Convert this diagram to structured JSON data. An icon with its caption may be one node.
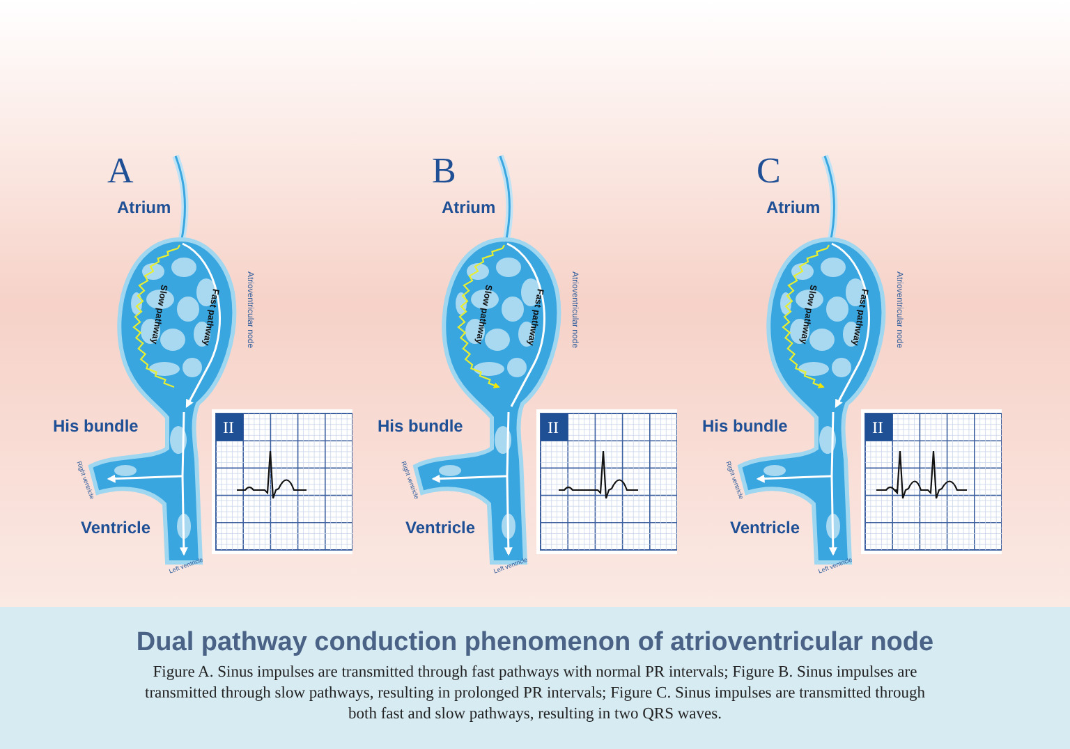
{
  "diagram": {
    "title": "Dual pathway conduction phenomenon of atrioventricular node",
    "caption": "Figure A. Sinus impulses are transmitted through fast pathways with normal PR intervals; Figure B. Sinus impulses are transmitted through slow pathways, resulting in prolonged PR intervals; Figure C. Sinus impulses are transmitted through both fast and slow pathways, resulting in two QRS waves.",
    "labels": [
      "A",
      "Atrium",
      "Atrioventricular node",
      "Slow pathway",
      "Fast pathway",
      "His bundle",
      "Right ventricle",
      "II",
      "Ventricle",
      "Left ventricle",
      "B",
      "Atrium",
      "Atrioventricular node",
      "Slow pathway",
      "Fast pathway",
      "His bundle",
      "Right ventricle",
      "II",
      "Ventricle",
      "Left ventricle",
      "C",
      "Atrium",
      "Atrioventricular node",
      "Slow pathway",
      "Fast pathway",
      "His bundle",
      "Right ventricle",
      "II",
      "Ventricle",
      "Left ventricle"
    ]
  }
}
